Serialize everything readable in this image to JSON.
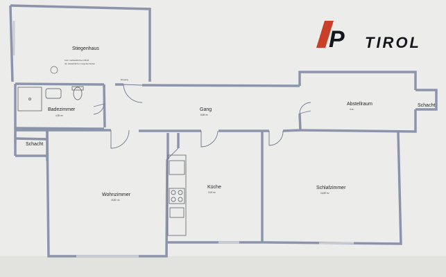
{
  "logo": {
    "letter": "P",
    "text": "TIROL",
    "colors": {
      "red": "#c8402a",
      "dark": "#14161c"
    }
  },
  "rooms": {
    "stiegenhaus": {
      "label": "Stiegenhaus",
      "note_line1": "Kein maßstäbliches Abbild",
      "note_line2": "der tatsächlichen Gegebenheiten"
    },
    "badezimmer": {
      "label": "Badezimmer",
      "area": "4,35 m²"
    },
    "schacht_left": {
      "label": "Schacht"
    },
    "eingang": {
      "label": "Eingang"
    },
    "gang": {
      "label": "Gang",
      "area": "8,68 m²"
    },
    "abstellraum": {
      "label": "Abstellraum",
      "area": "4 m²"
    },
    "schacht_right": {
      "label": "Schacht"
    },
    "wohnzimmer": {
      "label": "Wohnzimmer",
      "area": "15,80 m²"
    },
    "kueche": {
      "label": "Küche",
      "area": "10,5 m²"
    },
    "schlafzimmer": {
      "label": "Schlafzimmer",
      "area": "16,89 m²"
    }
  },
  "colors": {
    "paper": "#ecedea",
    "background": "#dfe0dc",
    "wall": "#8b94ab",
    "wall_dark": "#6d7790",
    "fixture": "#6b6e76",
    "window": "#c9ccd3"
  }
}
